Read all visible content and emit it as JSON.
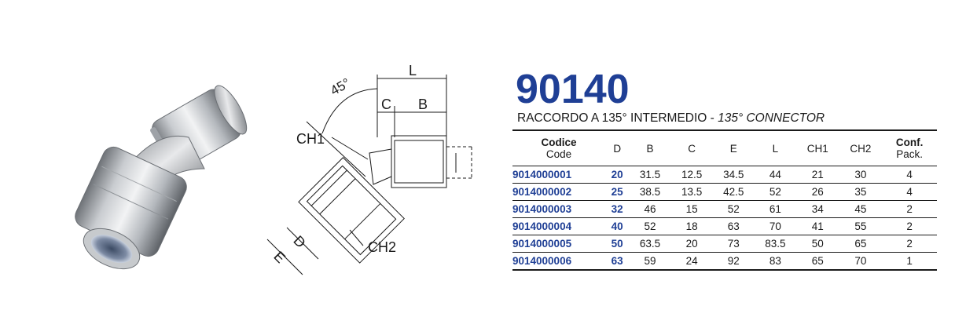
{
  "product": {
    "code": "90140",
    "subtitle_it": "RACCORDO A 135° INTERMEDIO",
    "subtitle_sep": " - ",
    "subtitle_en": "135° CONNECTOR"
  },
  "drawing": {
    "labels": {
      "angle": "45°",
      "L": "L",
      "C": "C",
      "B": "B",
      "CH1": "CH1",
      "CH2": "CH2",
      "D": "D",
      "E": "E"
    }
  },
  "table": {
    "headers": [
      {
        "main": "Codice",
        "sub": "Code"
      },
      {
        "main": "D",
        "sub": ""
      },
      {
        "main": "B",
        "sub": ""
      },
      {
        "main": "C",
        "sub": ""
      },
      {
        "main": "E",
        "sub": ""
      },
      {
        "main": "L",
        "sub": ""
      },
      {
        "main": "CH1",
        "sub": ""
      },
      {
        "main": "CH2",
        "sub": ""
      },
      {
        "main": "Conf.",
        "sub": "Pack."
      }
    ],
    "rows": [
      [
        "9014000001",
        "20",
        "31.5",
        "12.5",
        "34.5",
        "44",
        "21",
        "30",
        "4"
      ],
      [
        "9014000002",
        "25",
        "38.5",
        "13.5",
        "42.5",
        "52",
        "26",
        "35",
        "4"
      ],
      [
        "9014000003",
        "32",
        "46",
        "15",
        "52",
        "61",
        "34",
        "45",
        "2"
      ],
      [
        "9014000004",
        "40",
        "52",
        "18",
        "63",
        "70",
        "41",
        "55",
        "2"
      ],
      [
        "9014000005",
        "50",
        "63.5",
        "20",
        "73",
        "83.5",
        "50",
        "65",
        "2"
      ],
      [
        "9014000006",
        "63",
        "59",
        "24",
        "92",
        "83",
        "65",
        "70",
        "1"
      ]
    ]
  },
  "colors": {
    "brand_blue": "#1f3f95",
    "text": "#1a1a1a"
  }
}
